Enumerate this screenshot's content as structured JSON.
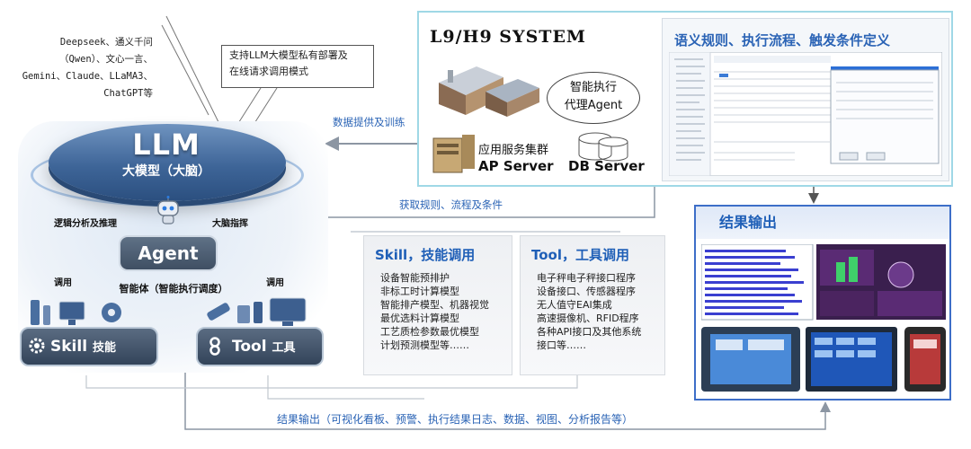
{
  "llm_models": {
    "line1": "Deepseek、通义千问",
    "line2": "（Qwen）、文心一言、",
    "line3": "Gemini、Claude、LLaMA3、",
    "line4": "ChatGPT等"
  },
  "callout": {
    "line1": "支持LLM大模型私有部署及",
    "line2": "在线请求调用模式"
  },
  "llm": {
    "title": "LLM",
    "subtitle": "大模型（大脑）"
  },
  "agent": {
    "left_label": "逻辑分析及推理",
    "right_label": "大脑指挥",
    "title": "Agent",
    "subtitle": "智能体（智能执行调度）",
    "call_left": "调用",
    "call_right": "调用"
  },
  "skill_platform": {
    "main": "Skill",
    "cn": "技能"
  },
  "tool_platform": {
    "main": "Tool",
    "cn": "工具"
  },
  "system": {
    "title": "L9/H9 SYSTEM",
    "semantic_title": "语义规则、执行流程、触发条件定义",
    "agent_proxy_line1": "智能执行",
    "agent_proxy_line2": "代理Agent",
    "app_cluster": "应用服务集群",
    "ap_server": "AP Server",
    "db_server": "DB Server"
  },
  "flows": {
    "data_training": "数据提供及训练",
    "get_rules": "获取规则、流程及条件",
    "result_output": "结果输出（可视化看板、预警、执行结果日志、数据、视图、分析报告等）"
  },
  "skill_card": {
    "title": "Skill，技能调用",
    "items": [
      "设备智能预排护",
      "非标工时计算模型",
      "智能排产模型、机器视觉",
      "最优选料计算模型",
      "工艺质检参数最优模型",
      "计划预测模型等……"
    ]
  },
  "tool_card": {
    "title": "Tool，工具调用",
    "items": [
      "电子秤电子秤接口程序",
      "设备接口、传感器程序",
      "无人值守EAI集成",
      "高速摄像机、RFID程序",
      "各种API接口及其他系统",
      "接口等……"
    ]
  },
  "result_panel": {
    "title": "结果输出"
  },
  "colors": {
    "accent_blue": "#2a63b5",
    "panel_border": "#9fd8e6",
    "result_border": "#3d6ec8",
    "llm_blue": "#3e6598"
  }
}
